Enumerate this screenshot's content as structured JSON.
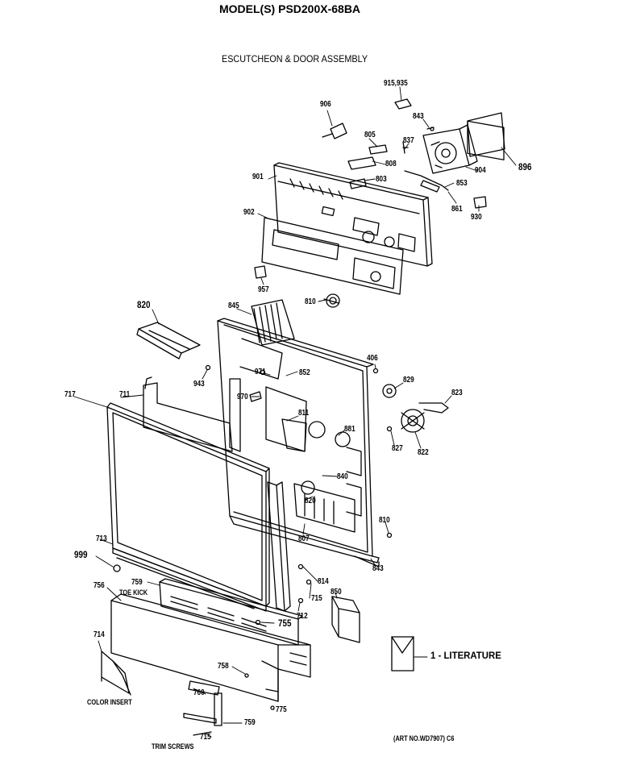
{
  "header": {
    "model": "MODEL(S) PSD200X-68BA",
    "subtitle": "ESCUTCHEON & DOOR ASSEMBLY"
  },
  "parts": {
    "p915_935": "915,935",
    "p906": "906",
    "p843a": "843",
    "p837": "837",
    "p805": "805",
    "p896": "896",
    "p808": "808",
    "p904": "904",
    "p901": "901",
    "p803": "803",
    "p853": "853",
    "p930": "930",
    "p861": "861",
    "p902": "902",
    "p957": "957",
    "p810a": "810",
    "p820": "820",
    "p845": "845",
    "p943": "943",
    "p971": "971",
    "p852": "852",
    "p406": "406",
    "p829": "829",
    "p823": "823",
    "p717": "717",
    "p711": "711",
    "p970": "970",
    "p811": "811",
    "p881": "881",
    "p827": "827",
    "p822": "822",
    "p840": "840",
    "p820b": "820",
    "p810b": "810",
    "p807": "807",
    "p713": "713",
    "p999": "999",
    "p843b": "843",
    "p814": "814",
    "p759": "759",
    "toe_kick": "TOE KICK",
    "p756": "756",
    "p850": "850",
    "p715a": "715",
    "p712": "712",
    "p755": "755",
    "p714": "714",
    "literature": "1 - LITERATURE",
    "p758": "758",
    "p760": "760",
    "color_insert": "COLOR INSERT",
    "p775": "775",
    "p715b": "715",
    "p759b": "759",
    "trim_screws": "TRIM SCREWS"
  },
  "footer": {
    "art_no": "(ART NO.WD7907)  C6"
  }
}
